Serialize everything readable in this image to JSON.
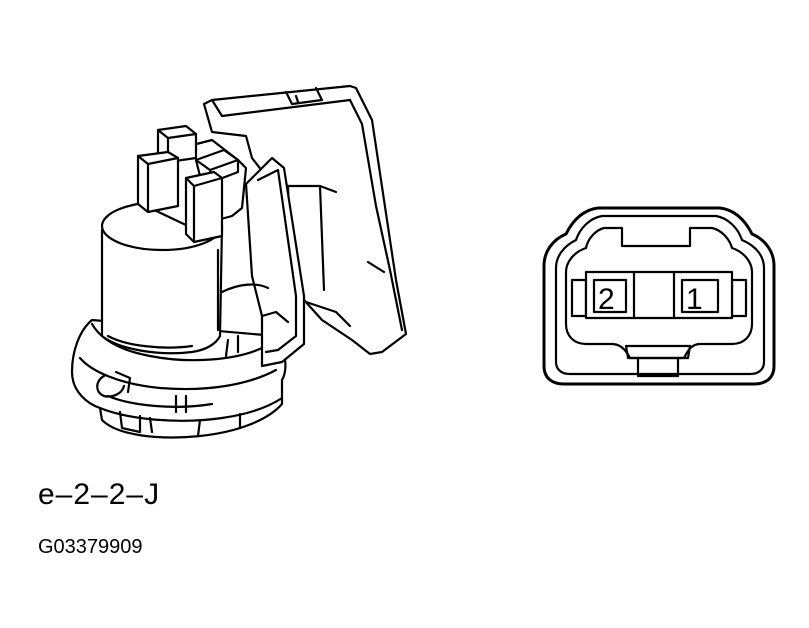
{
  "diagram": {
    "connector_code": "e–2–2–J",
    "figure_id": "G03379909",
    "connector_face": {
      "pins": [
        {
          "number": "2"
        },
        {
          "number": "1"
        }
      ]
    }
  }
}
